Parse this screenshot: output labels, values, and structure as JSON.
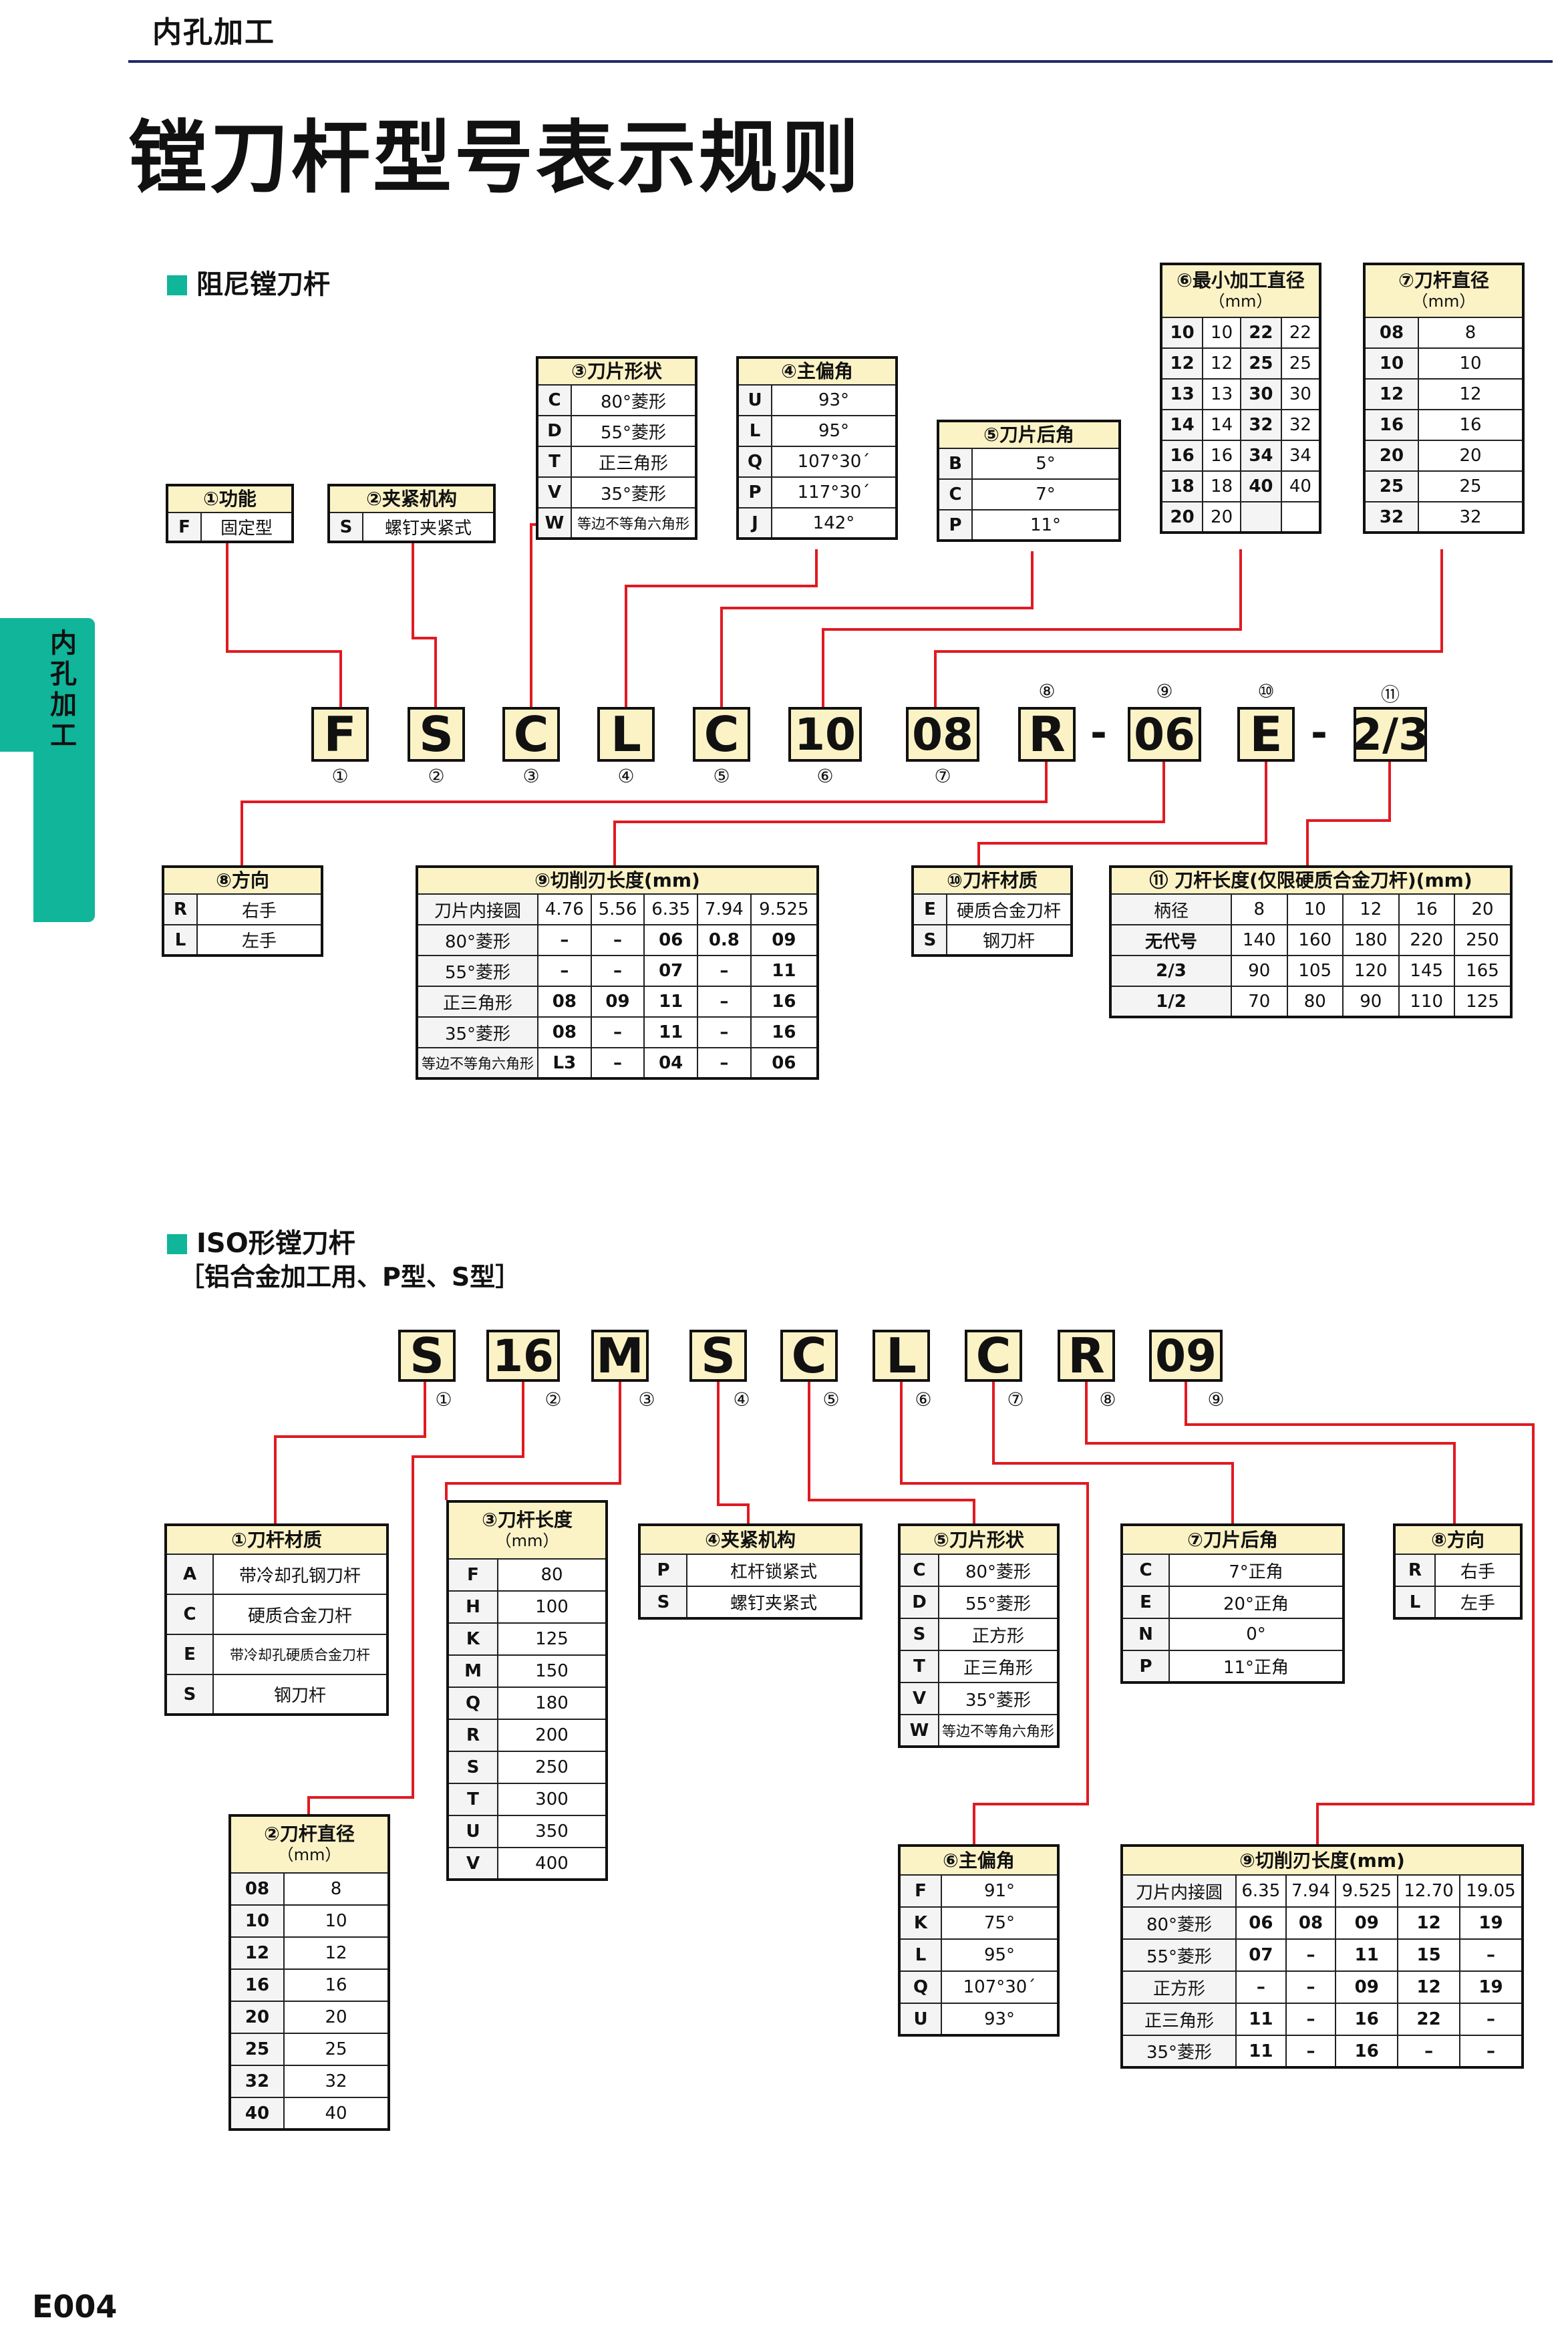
{
  "header": {
    "section_tag": "内孔加工",
    "title": "镗刀杆型号表示规则"
  },
  "side_tab": {
    "label": "内孔加工"
  },
  "page_number": "E004",
  "section1": {
    "heading": "阻尼镗刀杆",
    "code": [
      "F",
      "S",
      "C",
      "L",
      "C",
      "10",
      "08",
      "R",
      "-",
      "06",
      "E",
      "-",
      "2/3"
    ],
    "code_nums": [
      "①",
      "②",
      "③",
      "④",
      "⑤",
      "⑥",
      "⑦"
    ],
    "code_nums_top": [
      "⑧",
      "⑨",
      "⑩",
      "⑪"
    ],
    "t1": {
      "title": "①功能",
      "rows": [
        [
          "F",
          "固定型"
        ]
      ]
    },
    "t2": {
      "title": "②夹紧机构",
      "rows": [
        [
          "S",
          "螺钉夹紧式"
        ]
      ]
    },
    "t3": {
      "title": "③刀片形状",
      "rows": [
        [
          "C",
          "80°菱形"
        ],
        [
          "D",
          "55°菱形"
        ],
        [
          "T",
          "正三角形"
        ],
        [
          "V",
          "35°菱形"
        ],
        [
          "W",
          "等边不等角六角形"
        ]
      ]
    },
    "t4": {
      "title": "④主偏角",
      "rows": [
        [
          "U",
          "93°"
        ],
        [
          "L",
          "95°"
        ],
        [
          "Q",
          "107°30´"
        ],
        [
          "P",
          "117°30´"
        ],
        [
          "J",
          "142°"
        ]
      ]
    },
    "t5": {
      "title": "⑤刀片后角",
      "rows": [
        [
          "B",
          "5°"
        ],
        [
          "C",
          "7°"
        ],
        [
          "P",
          "11°"
        ]
      ]
    },
    "t6": {
      "title": "⑥最小加工直径",
      "unit": "（mm）",
      "rows": [
        [
          "10",
          "10",
          "22",
          "22"
        ],
        [
          "12",
          "12",
          "25",
          "25"
        ],
        [
          "13",
          "13",
          "30",
          "30"
        ],
        [
          "14",
          "14",
          "32",
          "32"
        ],
        [
          "16",
          "16",
          "34",
          "34"
        ],
        [
          "18",
          "18",
          "40",
          "40"
        ],
        [
          "20",
          "20",
          "",
          ""
        ]
      ]
    },
    "t7": {
      "title": "⑦刀杆直径",
      "unit": "（mm）",
      "rows": [
        [
          "08",
          "8"
        ],
        [
          "10",
          "10"
        ],
        [
          "12",
          "12"
        ],
        [
          "16",
          "16"
        ],
        [
          "20",
          "20"
        ],
        [
          "25",
          "25"
        ],
        [
          "32",
          "32"
        ]
      ]
    },
    "t8": {
      "title": "⑧方向",
      "rows": [
        [
          "R",
          "右手"
        ],
        [
          "L",
          "左手"
        ]
      ]
    },
    "t9": {
      "title": "⑨切削刃长度(mm)",
      "header": [
        "刀片内接圆",
        "4.76",
        "5.56",
        "6.35",
        "7.94",
        "9.525"
      ],
      "rows": [
        [
          "80°菱形",
          "–",
          "–",
          "06",
          "0.8",
          "09"
        ],
        [
          "55°菱形",
          "–",
          "–",
          "07",
          "–",
          "11"
        ],
        [
          "正三角形",
          "08",
          "09",
          "11",
          "–",
          "16"
        ],
        [
          "35°菱形",
          "08",
          "–",
          "11",
          "–",
          "16"
        ],
        [
          "等边不等角六角形",
          "L3",
          "–",
          "04",
          "–",
          "06"
        ]
      ]
    },
    "t10": {
      "title": "⑩刀杆材质",
      "rows": [
        [
          "E",
          "硬质合金刀杆"
        ],
        [
          "S",
          "钢刀杆"
        ]
      ]
    },
    "t11": {
      "title": "⑪ 刀杆长度(仅限硬质合金刀杆)(mm)",
      "header": [
        "柄径",
        "8",
        "10",
        "12",
        "16",
        "20"
      ],
      "rows": [
        [
          "无代号",
          "140",
          "160",
          "180",
          "220",
          "250"
        ],
        [
          "2/3",
          "90",
          "105",
          "120",
          "145",
          "165"
        ],
        [
          "1/2",
          "70",
          "80",
          "90",
          "110",
          "125"
        ]
      ]
    }
  },
  "section2": {
    "heading": "ISO形镗刀杆",
    "subheading": "［铝合金加工用、P型、S型］",
    "code": [
      "S",
      "16",
      "M",
      "S",
      "C",
      "L",
      "C",
      "R",
      "09"
    ],
    "code_nums": [
      "①",
      "②",
      "③",
      "④",
      "⑤",
      "⑥",
      "⑦",
      "⑧",
      "⑨"
    ],
    "t1": {
      "title": "①刀杆材质",
      "rows": [
        [
          "A",
          "带冷却孔钢刀杆"
        ],
        [
          "C",
          "硬质合金刀杆"
        ],
        [
          "E",
          "带冷却孔硬质合金刀杆"
        ],
        [
          "S",
          "钢刀杆"
        ]
      ]
    },
    "t2": {
      "title": "②刀杆直径",
      "unit": "（mm）",
      "rows": [
        [
          "08",
          "8"
        ],
        [
          "10",
          "10"
        ],
        [
          "12",
          "12"
        ],
        [
          "16",
          "16"
        ],
        [
          "20",
          "20"
        ],
        [
          "25",
          "25"
        ],
        [
          "32",
          "32"
        ],
        [
          "40",
          "40"
        ]
      ]
    },
    "t3": {
      "title": "③刀杆长度",
      "unit": "（mm）",
      "rows": [
        [
          "F",
          "80"
        ],
        [
          "H",
          "100"
        ],
        [
          "K",
          "125"
        ],
        [
          "M",
          "150"
        ],
        [
          "Q",
          "180"
        ],
        [
          "R",
          "200"
        ],
        [
          "S",
          "250"
        ],
        [
          "T",
          "300"
        ],
        [
          "U",
          "350"
        ],
        [
          "V",
          "400"
        ]
      ]
    },
    "t4": {
      "title": "④夹紧机构",
      "rows": [
        [
          "P",
          "杠杆锁紧式"
        ],
        [
          "S",
          "螺钉夹紧式"
        ]
      ]
    },
    "t5": {
      "title": "⑤刀片形状",
      "rows": [
        [
          "C",
          "80°菱形"
        ],
        [
          "D",
          "55°菱形"
        ],
        [
          "S",
          "正方形"
        ],
        [
          "T",
          "正三角形"
        ],
        [
          "V",
          "35°菱形"
        ],
        [
          "W",
          "等边不等角六角形"
        ]
      ]
    },
    "t6": {
      "title": "⑥主偏角",
      "rows": [
        [
          "F",
          "91°"
        ],
        [
          "K",
          "75°"
        ],
        [
          "L",
          "95°"
        ],
        [
          "Q",
          "107°30´"
        ],
        [
          "U",
          "93°"
        ]
      ]
    },
    "t7": {
      "title": "⑦刀片后角",
      "rows": [
        [
          "C",
          "7°正角"
        ],
        [
          "E",
          "20°正角"
        ],
        [
          "N",
          "0°"
        ],
        [
          "P",
          "11°正角"
        ]
      ]
    },
    "t8": {
      "title": "⑧方向",
      "rows": [
        [
          "R",
          "右手"
        ],
        [
          "L",
          "左手"
        ]
      ]
    },
    "t9": {
      "title": "⑨切削刃长度(mm)",
      "header": [
        "刀片内接圆",
        "6.35",
        "7.94",
        "9.525",
        "12.70",
        "19.05"
      ],
      "rows": [
        [
          "80°菱形",
          "06",
          "08",
          "09",
          "12",
          "19"
        ],
        [
          "55°菱形",
          "07",
          "–",
          "11",
          "15",
          "–"
        ],
        [
          "正方形",
          "–",
          "–",
          "09",
          "12",
          "19"
        ],
        [
          "正三角形",
          "11",
          "–",
          "16",
          "22",
          "–"
        ],
        [
          "35°菱形",
          "11",
          "–",
          "16",
          "–",
          "–"
        ]
      ]
    }
  },
  "colors": {
    "accent_green": "#10b59a",
    "code_fill": "#fbf3c6",
    "connector_red": "#e01a22",
    "rule_navy": "#1d2a66"
  }
}
